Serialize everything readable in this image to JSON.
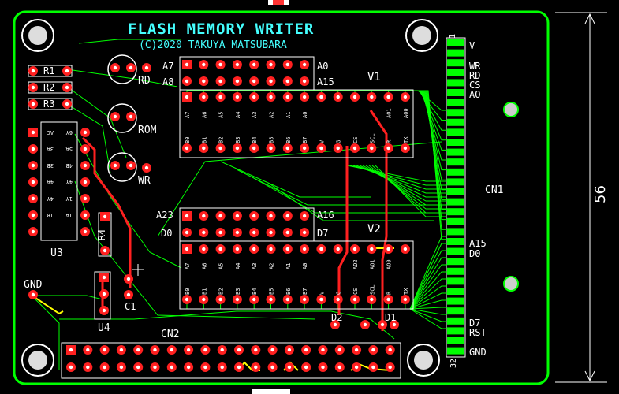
{
  "title": "FLASH MEMORY WRITER",
  "copyright": "(C)2020 TAKUYA MATSUBARA",
  "dimension": "56",
  "resistors": [
    "R1",
    "R2",
    "R3",
    "R4"
  ],
  "leds": [
    "RD",
    "ROM",
    "WR"
  ],
  "chips": {
    "v1": "V1",
    "v2": "V2",
    "u3": "U3",
    "u4": "U4"
  },
  "cap": "C1",
  "diodes": [
    "D2",
    "D1"
  ],
  "connectors": {
    "cn1": "CN1",
    "cn2": "CN2",
    "gnd": "GND"
  },
  "header_labels": {
    "a7": "A7",
    "a8": "A8",
    "a0": "A0",
    "a15": "A15",
    "a23": "A23",
    "d0": "D0",
    "a16": "A16",
    "d7": "D7"
  },
  "cn1_pin_labels": {
    "pin1": "1",
    "v": "V",
    "wr": "WR",
    "rd": "RD",
    "cs": "CS",
    "ao": "AO",
    "a15": "A15",
    "d0": "D0",
    "d7": "D7",
    "rst": "RST",
    "gnd": "GND",
    "pin32": "32"
  },
  "v1_pins_top": [
    "A7",
    "A6",
    "A5",
    "A4",
    "A3",
    "A2",
    "A1",
    "A0",
    "",
    "",
    "",
    "",
    "AO1",
    "AO0"
  ],
  "v1_pins_bottom": [
    "B0",
    "B1",
    "B2",
    "B3",
    "B4",
    "B5",
    "B6",
    "B7",
    "V",
    "G",
    "CS",
    "SCL",
    "R",
    "TX"
  ],
  "v2_pins_top": [
    "A7",
    "A6",
    "A5",
    "A4",
    "A3",
    "A2",
    "A1",
    "A0",
    "",
    "",
    "AD2",
    "AO1",
    "AO0"
  ],
  "v2_pins_bottom": [
    "B0",
    "B1",
    "B2",
    "B3",
    "B4",
    "B5",
    "B6",
    "B7",
    "V",
    "G",
    "CS",
    "SCL",
    "R",
    "TX"
  ],
  "u3_pins_left": [
    "AC",
    "3A",
    "3B",
    "4A",
    "4Y",
    "1B"
  ],
  "u3_pins_right": [
    "6Y",
    "5A",
    "4B",
    "4Y",
    "1Y",
    "1A"
  ],
  "colors": {
    "board": "#000000",
    "outline": "#00ff00",
    "trace": "#00ff00",
    "pad": "#ff2020",
    "silk": "#ffffff",
    "title": "#44ffff",
    "redtrace": "#ff2020",
    "yellow": "#ffff00"
  }
}
